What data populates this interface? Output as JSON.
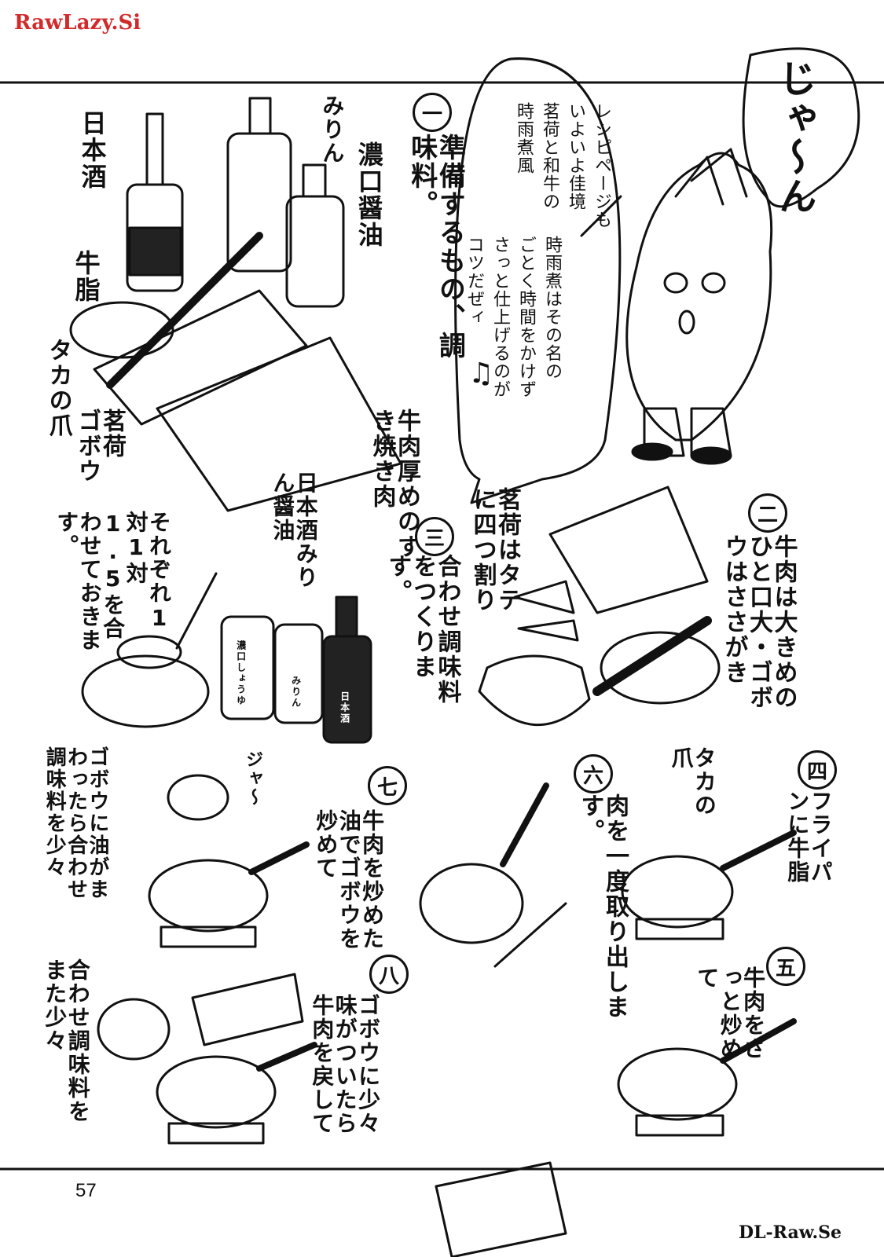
{
  "watermarks": {
    "top": "RawLazy.Si",
    "bottom": "DL-Raw.Se",
    "top_color": "#d22a2a"
  },
  "title_burst": "じゃ〜ん",
  "bubble_main": {
    "lines": [
      "レシピページも",
      "いよいよ佳境",
      "茗荷と和牛の",
      "時雨煮風"
    ]
  },
  "bubble_tip": {
    "lines": [
      "時雨煮はその名の",
      "ごとく時間をかけず",
      "さっと仕上げるのが",
      "コツだぜィ"
    ],
    "note": "♫"
  },
  "steps": [
    {
      "num": "一",
      "text": "準備するもの、調味料。"
    },
    {
      "num": "二",
      "text": "牛肉は大きめのひと口大・ゴボウはささがき"
    },
    {
      "num": "三",
      "text": "合わせ調味料をつくります。"
    },
    {
      "num": "四",
      "text": "フライパンに牛脂"
    },
    {
      "num": "五",
      "text": "牛肉をさっと炒めて"
    },
    {
      "num": "六",
      "text": "肉を一度取り出します。"
    },
    {
      "num": "七",
      "text": "牛肉を炒めた油でゴボウを炒めて"
    },
    {
      "num": "八",
      "text": "ゴボウに少々味がついたら牛肉を戻して"
    }
  ],
  "labels": {
    "sake": "日本酒",
    "mirin": "みりん",
    "soy": "濃口醤油",
    "beef_fat": "牛脂",
    "taka": "タカの爪",
    "myoga_gobo": "茗荷　ゴボウ",
    "beef": "牛肉厚めのすき焼き肉",
    "myoga_cut": "茗荷はタテに四つ割り",
    "sauce_list": "日本酒みりん醤油",
    "ratio": "それぞれ1対1対1.5を合わせておきます。",
    "step4_extra": "タカの爪",
    "step7_extra": "ゴボウに油がまわったら合わせ調味料を少々",
    "step8_extra": "合わせ調味料をまた少々",
    "bottle_soy": "濃口しょうゆ",
    "bottle_mirin": "みりん",
    "bottle_sake": "日本酒",
    "jyaa": "ジャ〜"
  },
  "page_number": "57"
}
